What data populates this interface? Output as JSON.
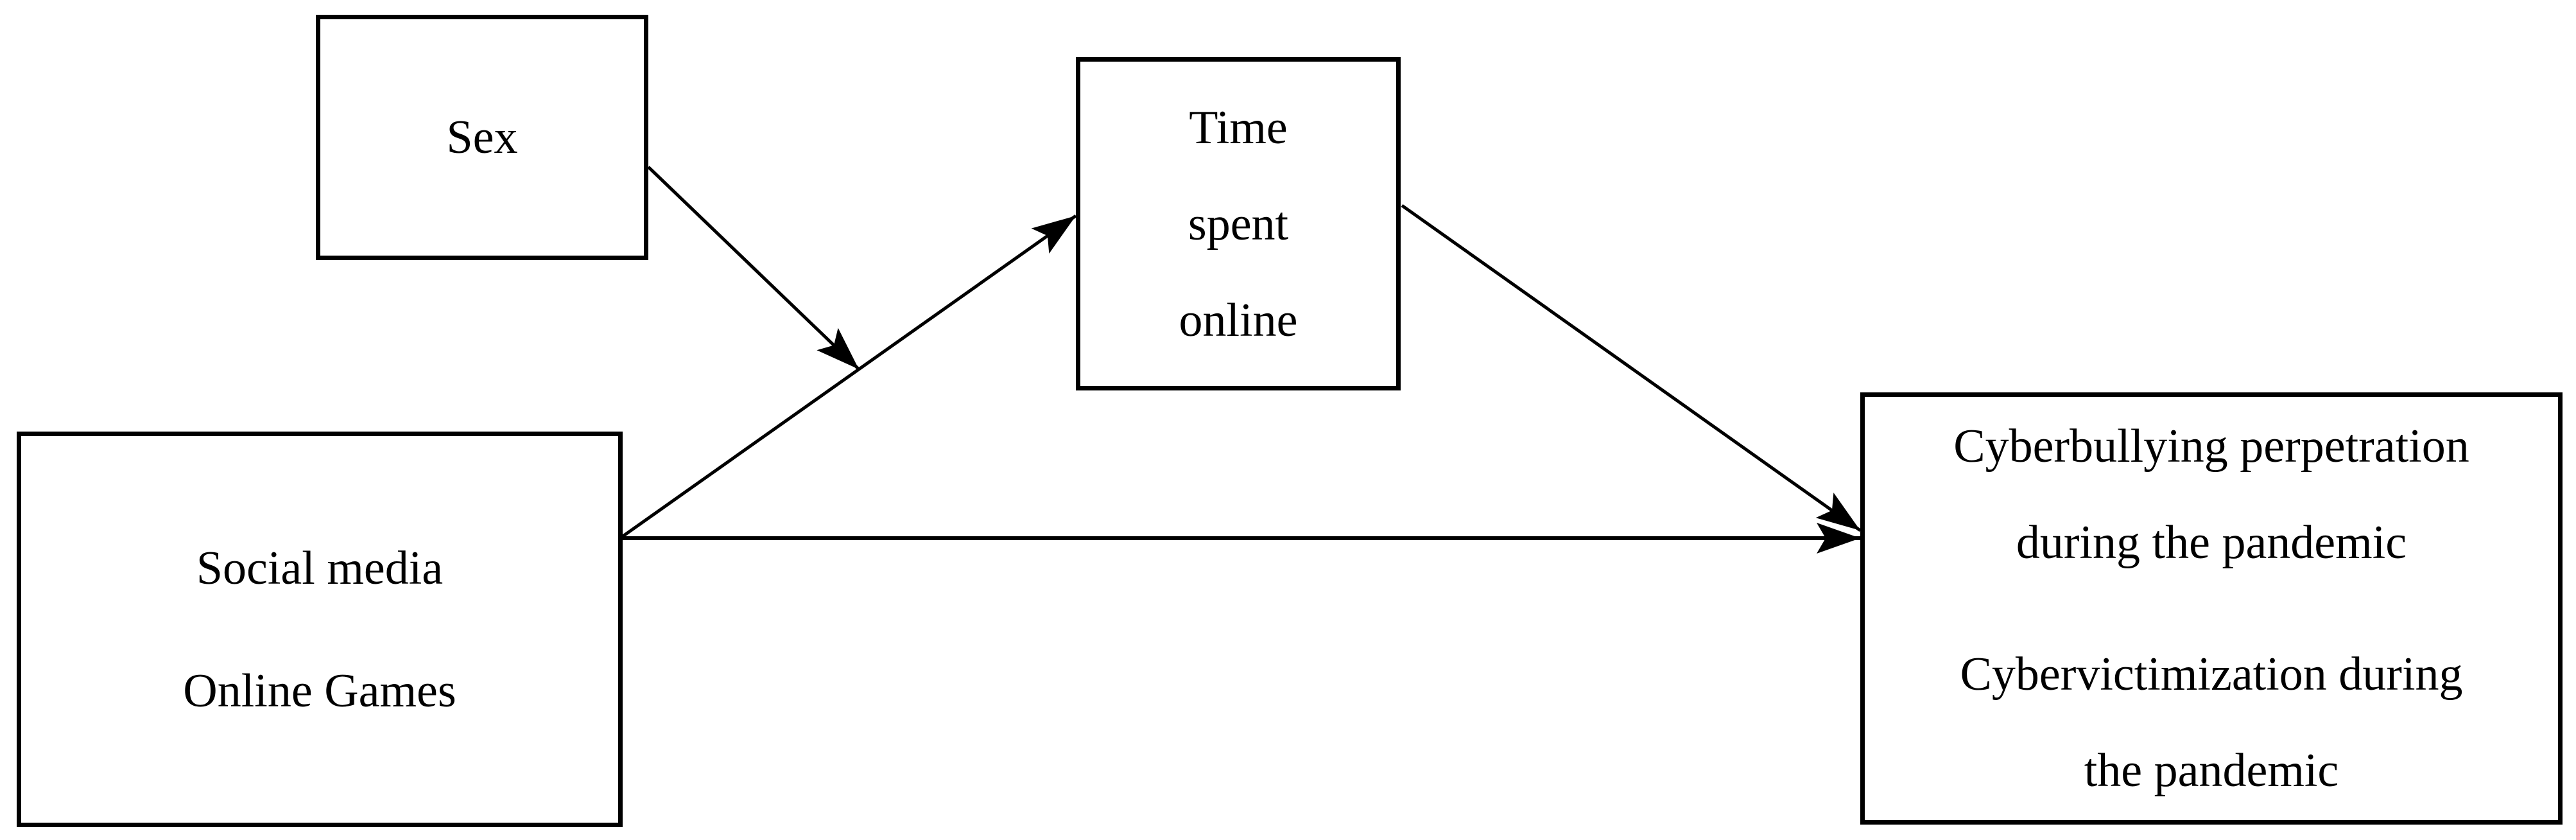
{
  "colors": {
    "background": "#ffffff",
    "stroke": "#000000",
    "text": "#000000"
  },
  "nodes": {
    "sex": {
      "paragraphs": [
        {
          "lines": [
            "Sex"
          ]
        }
      ]
    },
    "time_online": {
      "paragraphs": [
        {
          "lines": [
            "Time",
            "spent",
            "online"
          ]
        }
      ]
    },
    "media_use": {
      "paragraphs": [
        {
          "lines": [
            "Social media"
          ]
        },
        {
          "lines": [
            "Online Games"
          ]
        }
      ]
    },
    "cyber_outcomes": {
      "paragraphs": [
        {
          "lines": [
            "Cyberbullying perpetration",
            "during the pandemic"
          ]
        },
        {
          "lines": [
            "Cybervictimization during",
            "the pandemic"
          ]
        }
      ]
    }
  },
  "edges": [
    {
      "from": "sex",
      "to": "path(media_use-to-time_online)",
      "style": "arrow"
    },
    {
      "from": "media_use",
      "to": "time_online",
      "style": "arrow"
    },
    {
      "from": "time_online",
      "to": "cyber_outcomes",
      "style": "arrow"
    },
    {
      "from": "media_use",
      "to": "cyber_outcomes",
      "style": "arrow"
    }
  ]
}
